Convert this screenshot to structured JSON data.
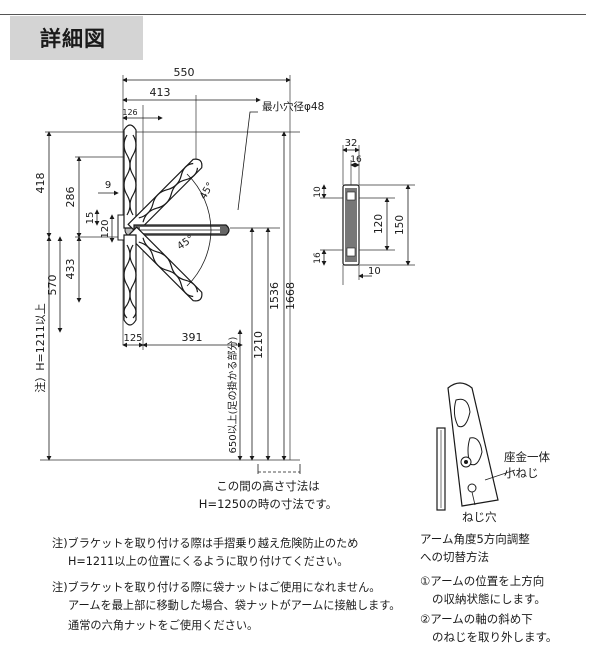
{
  "title": "詳細図",
  "dims": {
    "d550": "550",
    "d413": "413",
    "d126": "126",
    "hole": "最小穴径φ48",
    "d418": "418",
    "d286": "286",
    "d9": "9",
    "d15": "15",
    "d120l": "120",
    "d433": "433",
    "d570": "570",
    "d125": "125",
    "d391": "391",
    "d1210": "1210",
    "d1536": "1536",
    "d1668": "1668",
    "h1211": "注）H=1211以上",
    "d650": "650以上(足の掛かる部分)",
    "angle": "45°",
    "b32": "32",
    "b16t": "16",
    "b10t": "10",
    "b120": "120",
    "b150": "150",
    "b16b": "16",
    "b10b": "10"
  },
  "caption": {
    "line1": "この間の高さ寸法は",
    "line2": "H=1250の時の寸法です。"
  },
  "callouts": {
    "washer1": "座金一体",
    "washer2": "小ねじ",
    "screw_hole": "ねじ穴"
  },
  "notes": [
    "注)ブラケットを取り付ける際は手摺乗り越え危険防止のため",
    "H=1211以上の位置にくるように取り付けてください。",
    "注)ブラケットを取り付ける際に袋ナットはご使用になれません。",
    "アームを最上部に移動した場合、袋ナットがアームに接触します。",
    "通常の六角ナットをご使用ください。"
  ],
  "arm_notes": [
    "アーム角度5方向調整",
    "への切替方法",
    "①アームの位置を上方向",
    "の収納状態にします。",
    "②アームの軸の斜め下",
    "のねじを取り外します。"
  ]
}
